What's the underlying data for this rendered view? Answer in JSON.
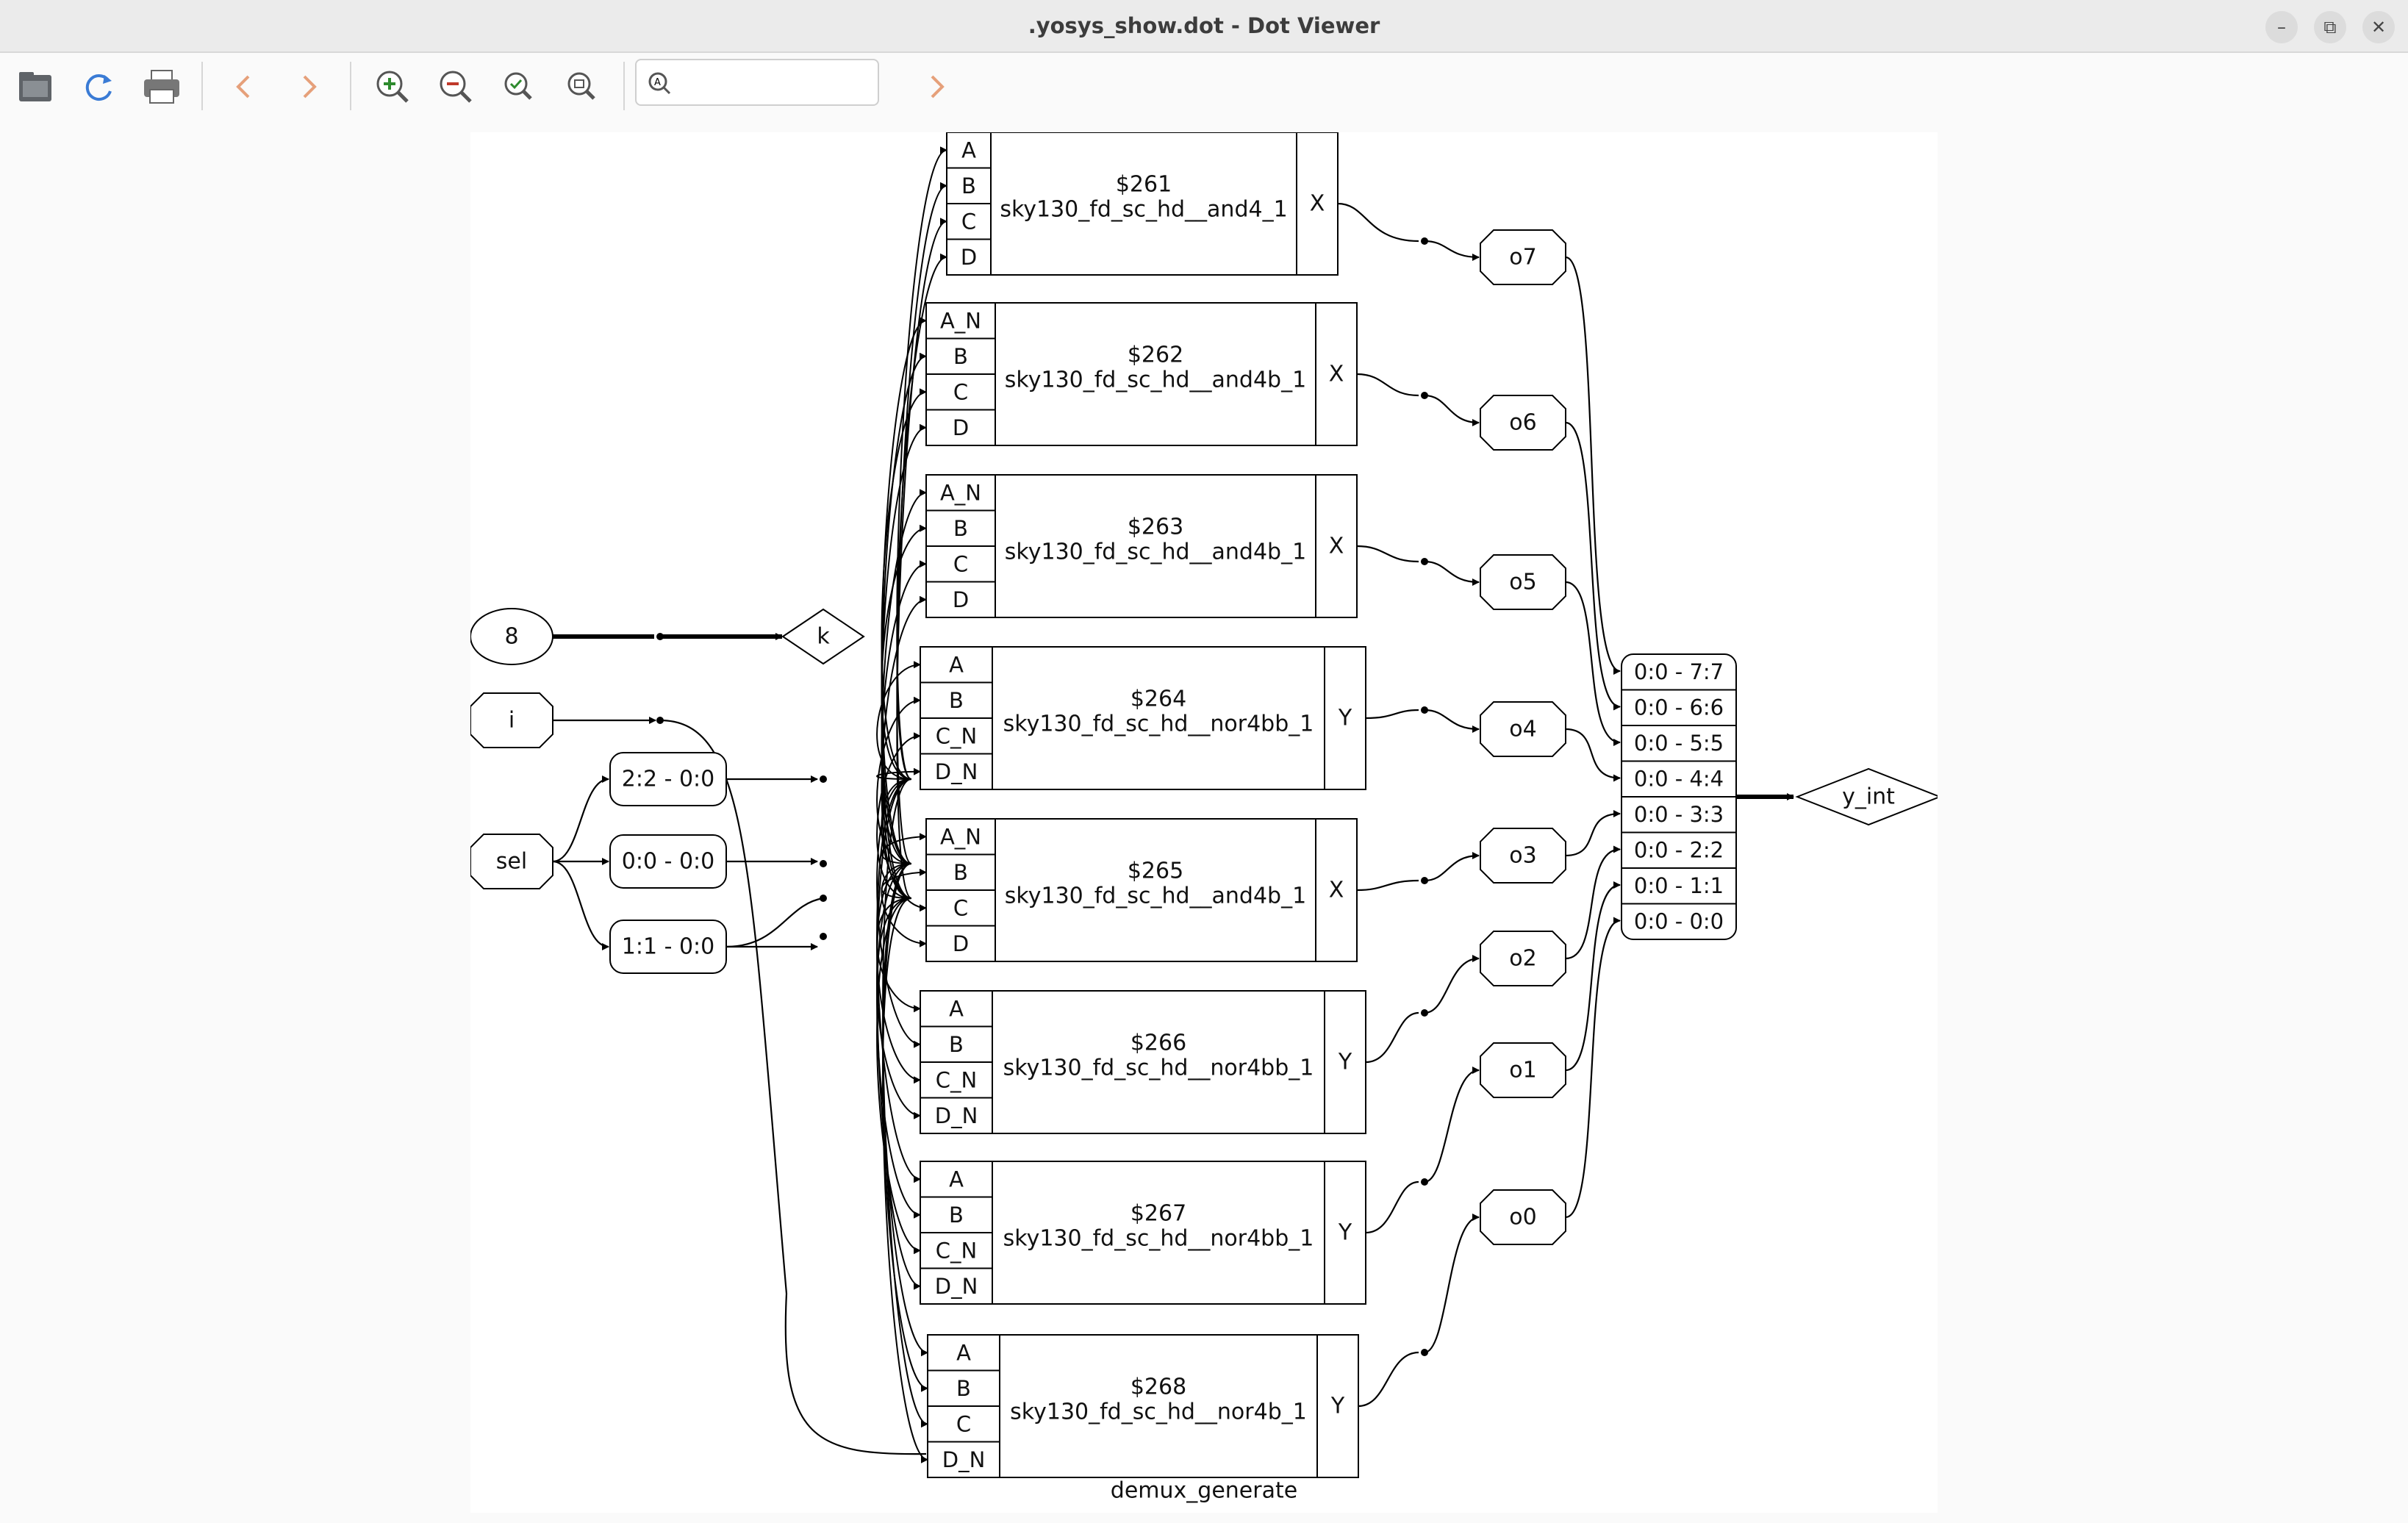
{
  "window": {
    "title": ".yosys_show.dot - Dot Viewer"
  },
  "toolbar": {
    "buttons": [
      {
        "icon": "open-file-icon"
      },
      {
        "icon": "reload-icon"
      },
      {
        "icon": "print-icon"
      },
      {
        "icon": "back-icon"
      },
      {
        "icon": "forward-icon"
      },
      {
        "icon": "zoom-in-icon"
      },
      {
        "icon": "zoom-out-icon"
      },
      {
        "icon": "zoom-fit-icon"
      },
      {
        "icon": "zoom-100-icon"
      }
    ],
    "search": {
      "value": "",
      "placeholder": ""
    }
  },
  "graph": {
    "module_label": "demux_generate",
    "ports": {
      "const_8": "8",
      "k": "k",
      "i": "i",
      "sel": "sel",
      "y_int": "y_int",
      "outputs": [
        "o7",
        "o6",
        "o5",
        "o4",
        "o3",
        "o2",
        "o1",
        "o0"
      ]
    },
    "slices": [
      "2:2 - 0:0",
      "0:0 - 0:0",
      "1:1 - 0:0"
    ],
    "cells": [
      {
        "id": "$261",
        "type": "sky130_fd_sc_hd__and4_1",
        "inputs": [
          "A",
          "B",
          "C",
          "D"
        ],
        "output": "X"
      },
      {
        "id": "$262",
        "type": "sky130_fd_sc_hd__and4b_1",
        "inputs": [
          "A_N",
          "B",
          "C",
          "D"
        ],
        "output": "X"
      },
      {
        "id": "$263",
        "type": "sky130_fd_sc_hd__and4b_1",
        "inputs": [
          "A_N",
          "B",
          "C",
          "D"
        ],
        "output": "X"
      },
      {
        "id": "$264",
        "type": "sky130_fd_sc_hd__nor4bb_1",
        "inputs": [
          "A",
          "B",
          "C_N",
          "D_N"
        ],
        "output": "Y"
      },
      {
        "id": "$265",
        "type": "sky130_fd_sc_hd__and4b_1",
        "inputs": [
          "A_N",
          "B",
          "C",
          "D"
        ],
        "output": "X"
      },
      {
        "id": "$266",
        "type": "sky130_fd_sc_hd__nor4bb_1",
        "inputs": [
          "A",
          "B",
          "C_N",
          "D_N"
        ],
        "output": "Y"
      },
      {
        "id": "$267",
        "type": "sky130_fd_sc_hd__nor4bb_1",
        "inputs": [
          "A",
          "B",
          "C_N",
          "D_N"
        ],
        "output": "Y"
      },
      {
        "id": "$268",
        "type": "sky130_fd_sc_hd__nor4b_1",
        "inputs": [
          "A",
          "B",
          "C",
          "D_N"
        ],
        "output": "Y"
      }
    ],
    "concat": [
      "0:0 - 7:7",
      "0:0 - 6:6",
      "0:0 - 5:5",
      "0:0 - 4:4",
      "0:0 - 3:3",
      "0:0 - 2:2",
      "0:0 - 1:1",
      "0:0 - 0:0"
    ]
  }
}
